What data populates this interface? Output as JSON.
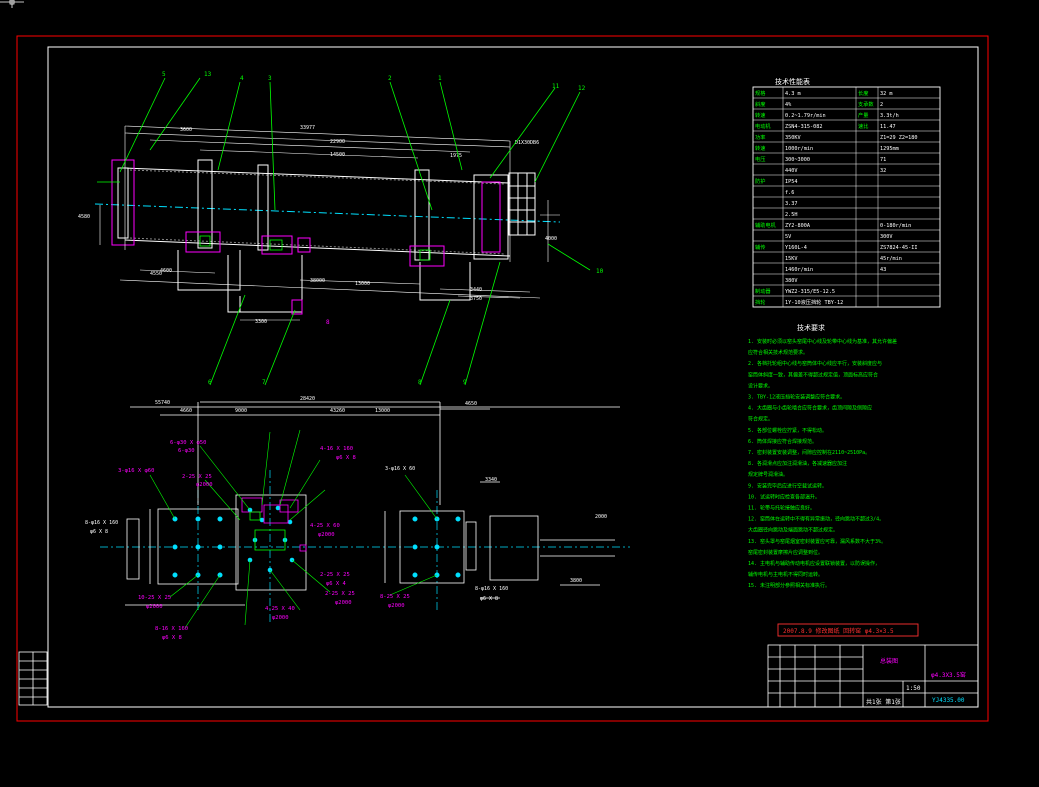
{
  "drawing": {
    "title_cn": "技术性能表",
    "notes_title": "技术要求",
    "revision_note": "2007.8.9 修改图纸 回转窑 φ4.3×3.5",
    "title_block": {
      "name": "总装图",
      "product": "φ4.3X3.5窑",
      "drawing_no": "YJ4335.00",
      "sheet": "共1张 第1张",
      "scale": "1:50"
    }
  },
  "spec_table": {
    "rows": [
      [
        "规格",
        "4.3 m",
        "长度",
        "32 m"
      ],
      [
        "斜度",
        "4%",
        "支承数",
        "2"
      ],
      [
        "转速",
        "0.2~1.79r/min",
        "产量",
        "3.3t/h"
      ],
      [
        "电动机",
        "ZSN4-315-082",
        "速比",
        "11.47"
      ],
      [
        "功率",
        "350KV",
        "",
        "Z1=29 Z2=180"
      ],
      [
        "转速",
        "1000r/min",
        "",
        "1295mm"
      ],
      [
        "电压",
        "300~3000",
        "",
        "71"
      ],
      [
        "",
        "440V",
        "",
        "32"
      ],
      [
        "防护",
        "IP54",
        "",
        ""
      ],
      [
        "",
        "f.6",
        "",
        ""
      ],
      [
        "",
        "3.37",
        "",
        ""
      ],
      [
        "",
        "2.5H",
        "",
        ""
      ],
      [
        "辅助电机",
        "ZY2-800A",
        "",
        "0-180r/min"
      ],
      [
        "",
        "5V",
        "",
        "300V"
      ],
      [
        "辅传",
        "Y160L-4",
        "",
        "ZS7824-45-II"
      ],
      [
        "",
        "15KV",
        "",
        "45r/min"
      ],
      [
        "",
        "1460r/min",
        "",
        "43"
      ],
      [
        "",
        "380V",
        "",
        ""
      ],
      [
        "制动器",
        "YWZ2-315/E5-12.5",
        "",
        ""
      ],
      [
        "挡轮",
        "1Y-10液压挡轮 TBY-12",
        "",
        ""
      ]
    ]
  },
  "notes": [
    "1. 安装时必须以窑头窑尾中心线及轮带中心线为基准，其允许偏差",
    "   应符合相关技术规范要求。",
    "2. 各档托轮组中心线与窑筒体中心线应平行，安装斜度应与",
    "   窑筒体斜度一致，其偏差不得超过规定值，顶面标高应符合",
    "   设计要求。",
    "3. TBY-12液压挡轮安装调整应符合要求。",
    "4. 大齿圈与小齿轮啮合应符合要求，齿顶间隙及侧隙应",
    "   符合规定。",
    "5. 各部位螺栓应拧紧，不得松动。",
    "6. 筒体焊接应符合焊接规范。",
    "7. 密封装置安装调整，间隙应控制在2110~2510Pa。",
    "8. 各润滑点应加注润滑油，各减速器应加注",
    "   规定牌号润滑油。",
    "9. 安装完毕后应进行空载试运转。",
    "10. 试运转时应检查各部温升。",
    "11. 轮带与托轮接触应良好。",
    "12. 窑筒体在运转中不得有异常振动，径向跳动不超过3/4。",
    "    大齿圈径向跳动及端面跳动不超过规定。",
    "13. 窑头罩与窑尾烟室密封装置应可靠，漏风系数不大于3%。",
    "    窑尾密封装置摩擦片应调整到位。",
    "14. 主电机与辅助传动电机应设置联锁装置，以防误操作，",
    "    辅传电机与主电机不得同时运转。",
    "15. 未注明部分参照相关标准执行。"
  ],
  "plan_labels": [
    "6-φ30 X φ50",
    "6-φ30",
    "2-25 X 25",
    "φ2000",
    "3-φ16 X φ60",
    "4-16 X 160",
    "φ6 X 8",
    "2-25 X 25",
    "φ2000",
    "8-25 X 25",
    "φ2000",
    "4-25 X 40",
    "φ2000",
    "10-25 X 25",
    "φ2000",
    "8-16 X 160",
    "φ6 X 8",
    "4-25 X 60",
    "φ2000",
    "2-25 X 25",
    "φ6 X 4"
  ],
  "leaders_top": [
    "5",
    "13",
    "4",
    "3",
    "2",
    "1",
    "11",
    "12",
    "6",
    "7",
    "8",
    "9",
    "8",
    "10"
  ],
  "colors": {
    "background": "#000000",
    "frame_outer": "#ff0000",
    "frame_inner": "#ffffff",
    "dimension": "#ffffff",
    "leader": "#00ff00",
    "annotation": "#ff00ff",
    "center": "#00e0ff",
    "revision": "#ff3030"
  }
}
